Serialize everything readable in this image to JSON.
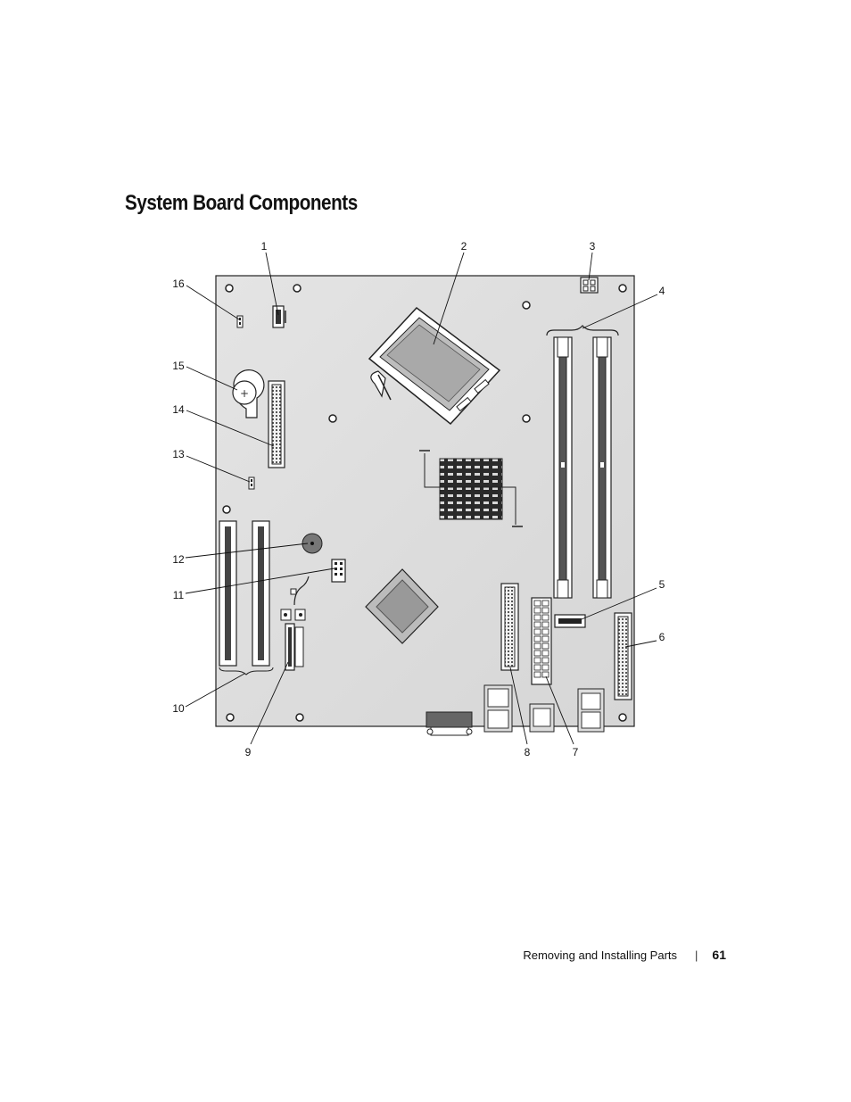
{
  "page": {
    "title": "System Board Components",
    "footer_section": "Removing and Installing Parts",
    "footer_separator": "|",
    "page_number": "61"
  },
  "callouts": [
    {
      "id": "1",
      "label": "1"
    },
    {
      "id": "2",
      "label": "2"
    },
    {
      "id": "3",
      "label": "3"
    },
    {
      "id": "4",
      "label": "4"
    },
    {
      "id": "5",
      "label": "5"
    },
    {
      "id": "6",
      "label": "6"
    },
    {
      "id": "7",
      "label": "7"
    },
    {
      "id": "8",
      "label": "8"
    },
    {
      "id": "9",
      "label": "9"
    },
    {
      "id": "10",
      "label": "10"
    },
    {
      "id": "11",
      "label": "11"
    },
    {
      "id": "12",
      "label": "12"
    },
    {
      "id": "13",
      "label": "13"
    },
    {
      "id": "14",
      "label": "14"
    },
    {
      "id": "15",
      "label": "15"
    },
    {
      "id": "16",
      "label": "16"
    }
  ]
}
